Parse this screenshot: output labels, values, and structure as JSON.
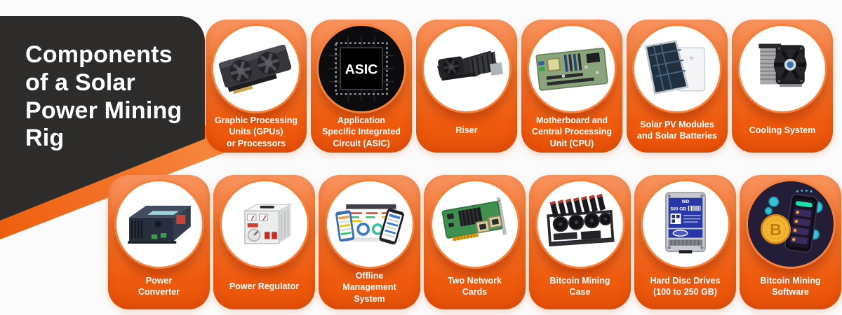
{
  "background": "#fbfbfb",
  "colors": {
    "panel_dark": "#2d2c2b",
    "card_orange_light": "#f8935f",
    "card_orange_deep": "#ee5a0e",
    "circle_ring": "#f5813b",
    "text_white": "#ffffff"
  },
  "banner": {
    "title": "Components of a Solar Power Mining Rig",
    "title_lines": [
      "Components",
      "of a Solar",
      "Power Mining",
      "Rig"
    ]
  },
  "top_row": [
    {
      "label": "Graphic Processing\nUnits (GPUs)\nor Processors",
      "icon": "gpu-icon"
    },
    {
      "label": "Application\nSpecific Integrated\nCircuit (ASIC)",
      "icon": "asic-icon",
      "chip_text": "ASIC"
    },
    {
      "label": "Riser",
      "icon": "riser-icon"
    },
    {
      "label": "Motherboard and\nCentral Processing\nUnit (CPU)",
      "icon": "motherboard-icon"
    },
    {
      "label": "Solar PV Modules\nand Solar Batteries",
      "icon": "solar-panel-battery-icon"
    },
    {
      "label": "Cooling System",
      "icon": "cooling-system-icon"
    }
  ],
  "bottom_row": [
    {
      "label": "Power\nConverter",
      "icon": "power-converter-icon"
    },
    {
      "label": "Power Regulator",
      "icon": "power-regulator-icon"
    },
    {
      "label": "Offline\nManagement\nSystem",
      "icon": "management-system-icon"
    },
    {
      "label": "Two Network\nCards",
      "icon": "network-cards-icon"
    },
    {
      "label": "Bitcoin Mining\nCase",
      "icon": "mining-case-icon"
    },
    {
      "label": "Hard Disc Drives\n(100 to 250 GB)",
      "icon": "hdd-icon",
      "drive_brand": "WD",
      "drive_capacity": "500 GB"
    },
    {
      "label": "Bitcoin Mining\nSoftware",
      "icon": "bitcoin-software-icon",
      "coin_symbol": "B"
    }
  ]
}
